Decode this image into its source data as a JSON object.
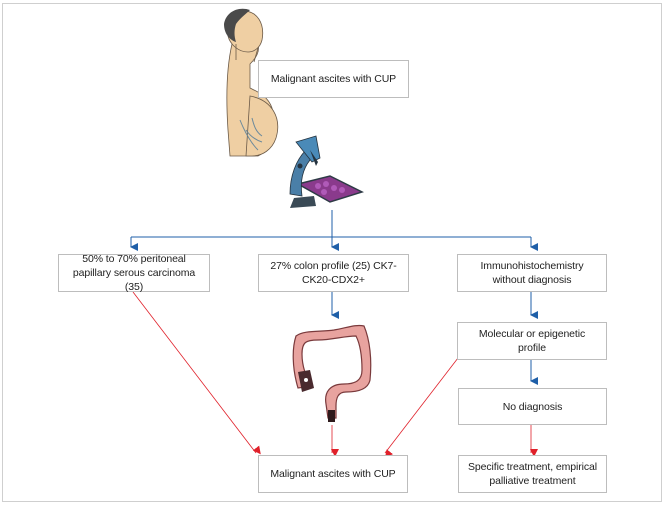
{
  "diagram": {
    "title_box": "Malignant ascites with CUP",
    "branches": [
      "50% to 70% peritoneal papillary serous carcinoma (35)",
      "27% colon profile (25) CK7-CK20-CDX2+",
      "Immunohistochemistry without diagnosis"
    ],
    "right_chain": [
      "Molecular or epigenetic profile",
      "No diagnosis",
      "Specific treatment, empirical palliative treatment"
    ],
    "outcome_box": "Malignant ascites with CUP",
    "illustrations": [
      "pregnant-like-patient-with-ascites",
      "microscope",
      "colon"
    ],
    "colors": {
      "blue_arrow": "#1f5fa8",
      "red_arrow": "#e0202a",
      "box_border": "#bdbdbd",
      "frame_border": "#cfcfcf"
    }
  }
}
